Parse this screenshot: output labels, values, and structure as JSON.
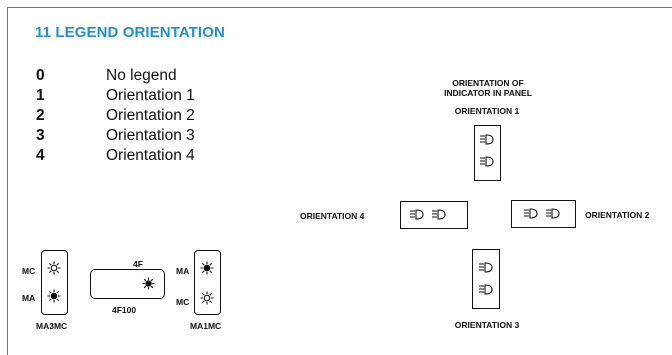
{
  "section": {
    "title": "11 LEGEND ORIENTATION"
  },
  "legend": [
    {
      "code": "0",
      "label": "No legend"
    },
    {
      "code": "1",
      "label": "Orientation 1"
    },
    {
      "code": "2",
      "label": "Orientation 2"
    },
    {
      "code": "3",
      "label": "Orientation 3"
    },
    {
      "code": "4",
      "label": "Orientation 4"
    }
  ],
  "diagram": {
    "heading_line1": "ORIENTATION  OF",
    "heading_line2": "INDICATOR IN PANEL",
    "orientation1": "ORIENTATION  1",
    "orientation2": "ORIENTATION  2",
    "orientation3": "ORIENTATION  3",
    "orientation4": "ORIENTATION  4",
    "icon": "headlight-icon"
  },
  "devices": {
    "ma3mc": {
      "caption": "MA3MC",
      "top_label": "MC",
      "bottom_label": "MA",
      "icon": "sun-icon"
    },
    "f100": {
      "caption": "4F100",
      "top_label": "4F",
      "icon": "sun-filled-icon"
    },
    "ma1mc": {
      "caption": "MA1MC",
      "top_label": "MA",
      "bottom_label": "MC",
      "icon": "sun-icon"
    }
  },
  "colors": {
    "accent": "#1f8fd6",
    "line": "#111111"
  }
}
